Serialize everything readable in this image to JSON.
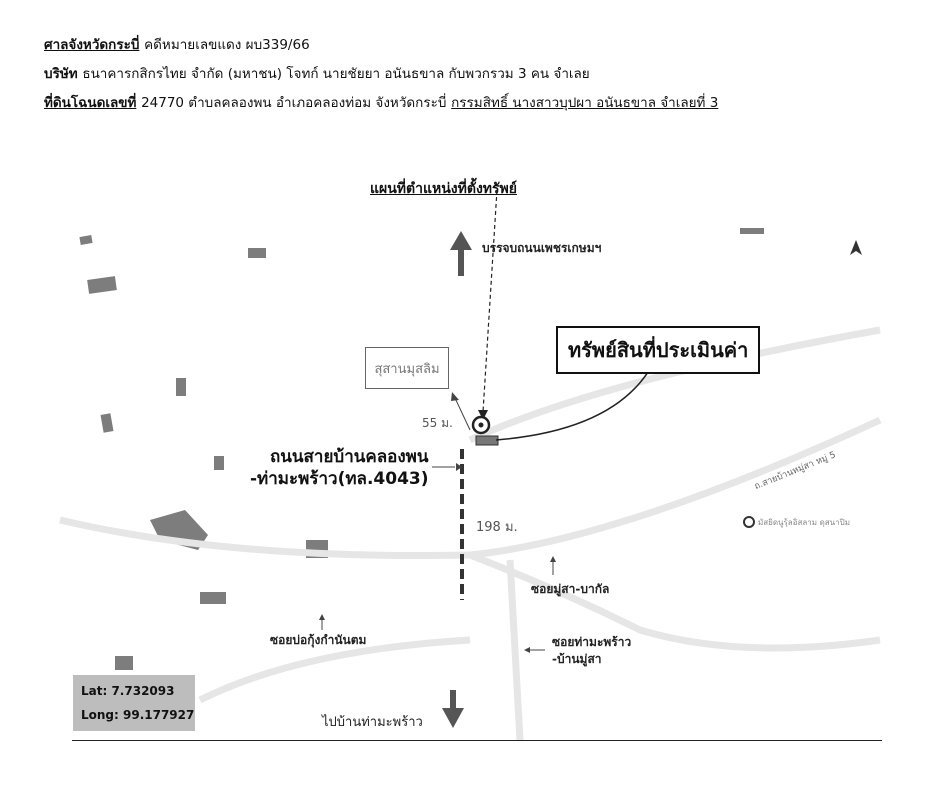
{
  "header": {
    "line1": {
      "label": "ศาลจังหวัดกระบี่",
      "text": "คดีหมายเลขแดง ผบ339/66"
    },
    "line2": {
      "company": "บริษัท",
      "text": "ธนาคารกสิกรไทย จำกัด (มหาชน) โจทก์  นายชัยยา อนันธขาล กับพวกรวม 3 คน จำเลย"
    },
    "line3": {
      "label": "ที่ดินโฉนดเลขที่",
      "text": "24770 ตำบลคลองพน อำเภอคลองท่อม จังหวัดกระบี่",
      "owner": "กรรมสิทธิ์ นางสาวบุปผา อนันธขาล จำเลยที่ 3"
    }
  },
  "map": {
    "title": "แผนที่ตำแหน่งที่ตั้งทรัพย์",
    "north_road": "บรรจบถนนเพชรเกษมฯ",
    "south_road": "ไปบ้านท่ามะพร้าว",
    "cemetery": "สุสานมุสลิม",
    "property": "ทรัพย์สินที่ประเมินค่า",
    "dist_55": "55 ม.",
    "dist_198": "198 ม.",
    "main_road_1": "ถนนสายบ้านคลองพน",
    "main_road_2": "-ท่ามะพร้าว(ทล.4043)",
    "soi_musa": "ซอยมู่สา-บากัล",
    "soi_bokung": "ซอยบ่อกุ้งกำนันตม",
    "soi_thamaprao_1": "ซอยท่ามะพร้าว",
    "soi_thamaprao_2": "-บ้านมู่สา",
    "village_road": "ถ.สายบ้านหมู่สา หมู่ 5",
    "mosque": "มัสยิดนูรุ้ลอิสลาม ดุสนาปิม",
    "lat": "Lat: 7.732093",
    "long": "Long: 99.177927"
  }
}
